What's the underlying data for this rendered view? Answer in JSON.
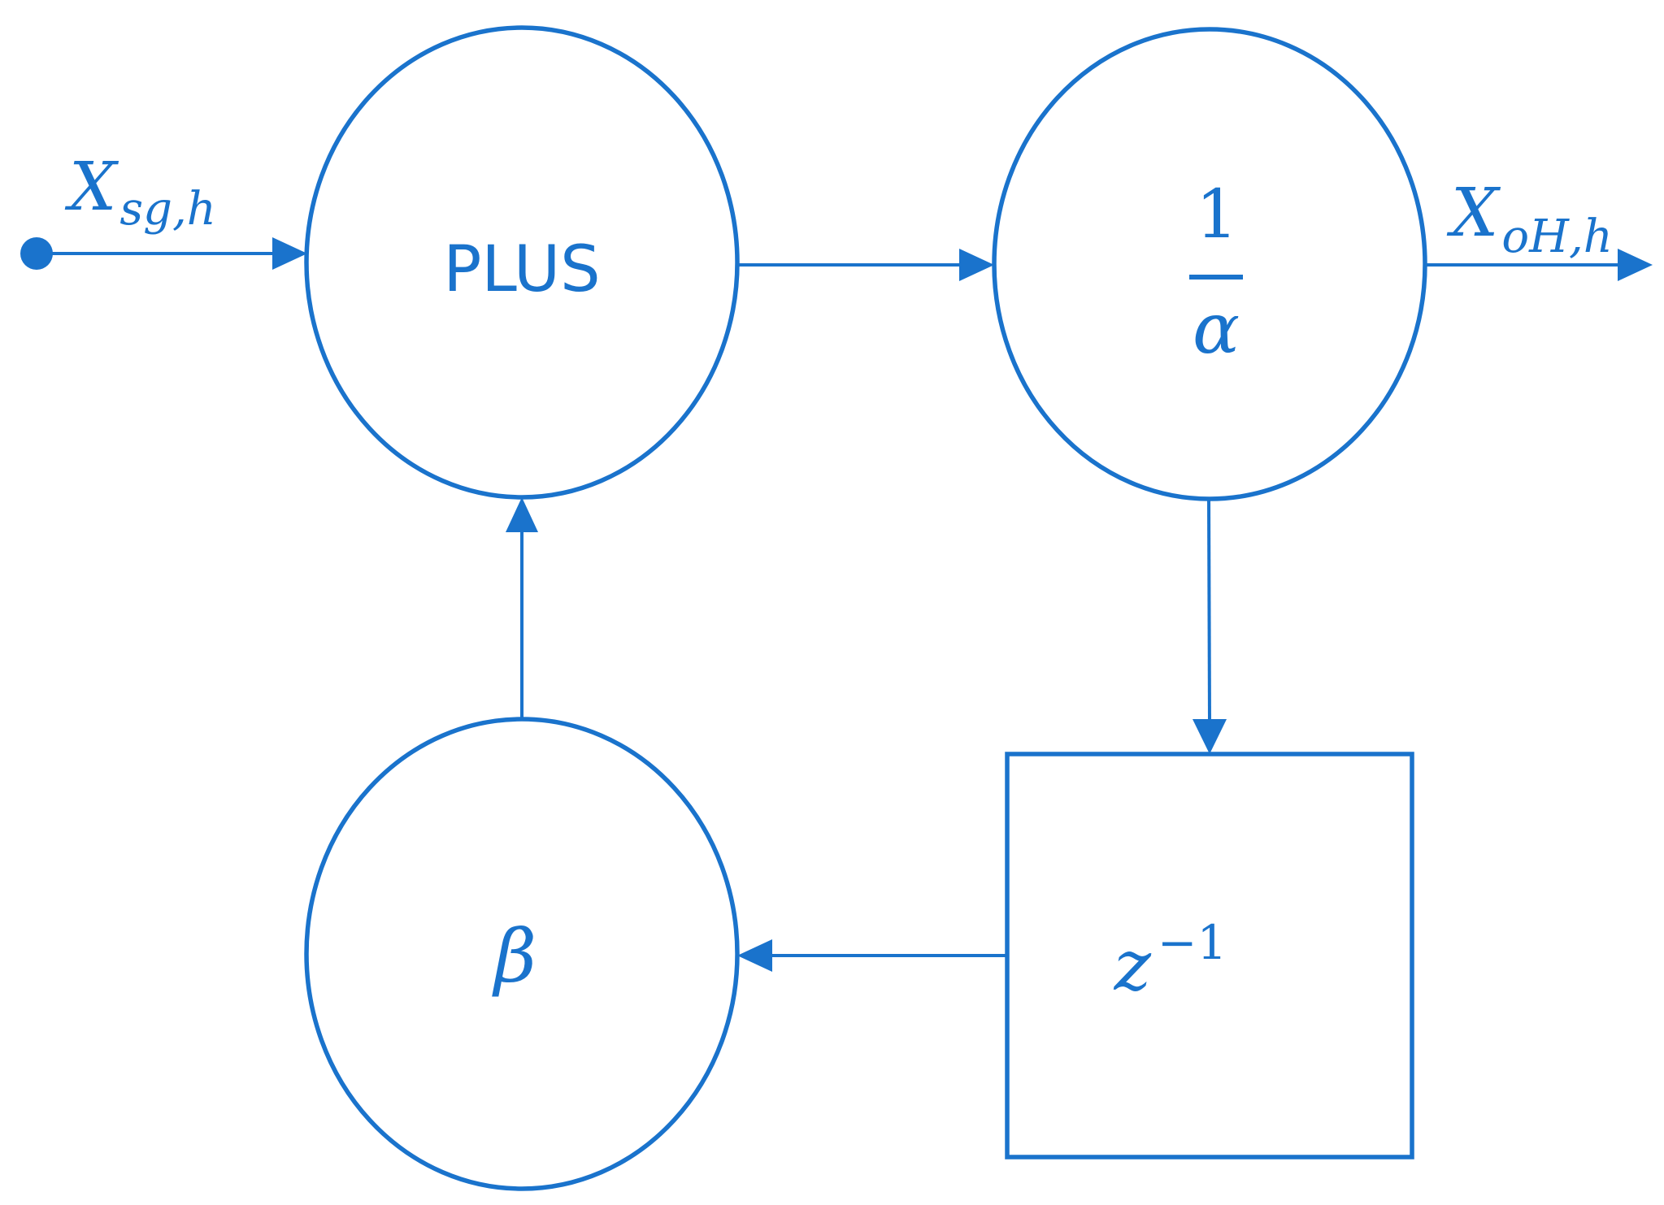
{
  "colors": {
    "accent": "#1a73cc",
    "background": "#ffffff"
  },
  "input": {
    "symbol": "X",
    "subscript": "sg,h"
  },
  "output": {
    "symbol": "X",
    "subscript": "oH,h"
  },
  "nodes": {
    "plus": {
      "label": "PLUS"
    },
    "reciprocal": {
      "numerator": "1",
      "denominator": "α"
    },
    "beta": {
      "label": "β"
    },
    "delay": {
      "base": "z",
      "exponent": "−1"
    }
  }
}
